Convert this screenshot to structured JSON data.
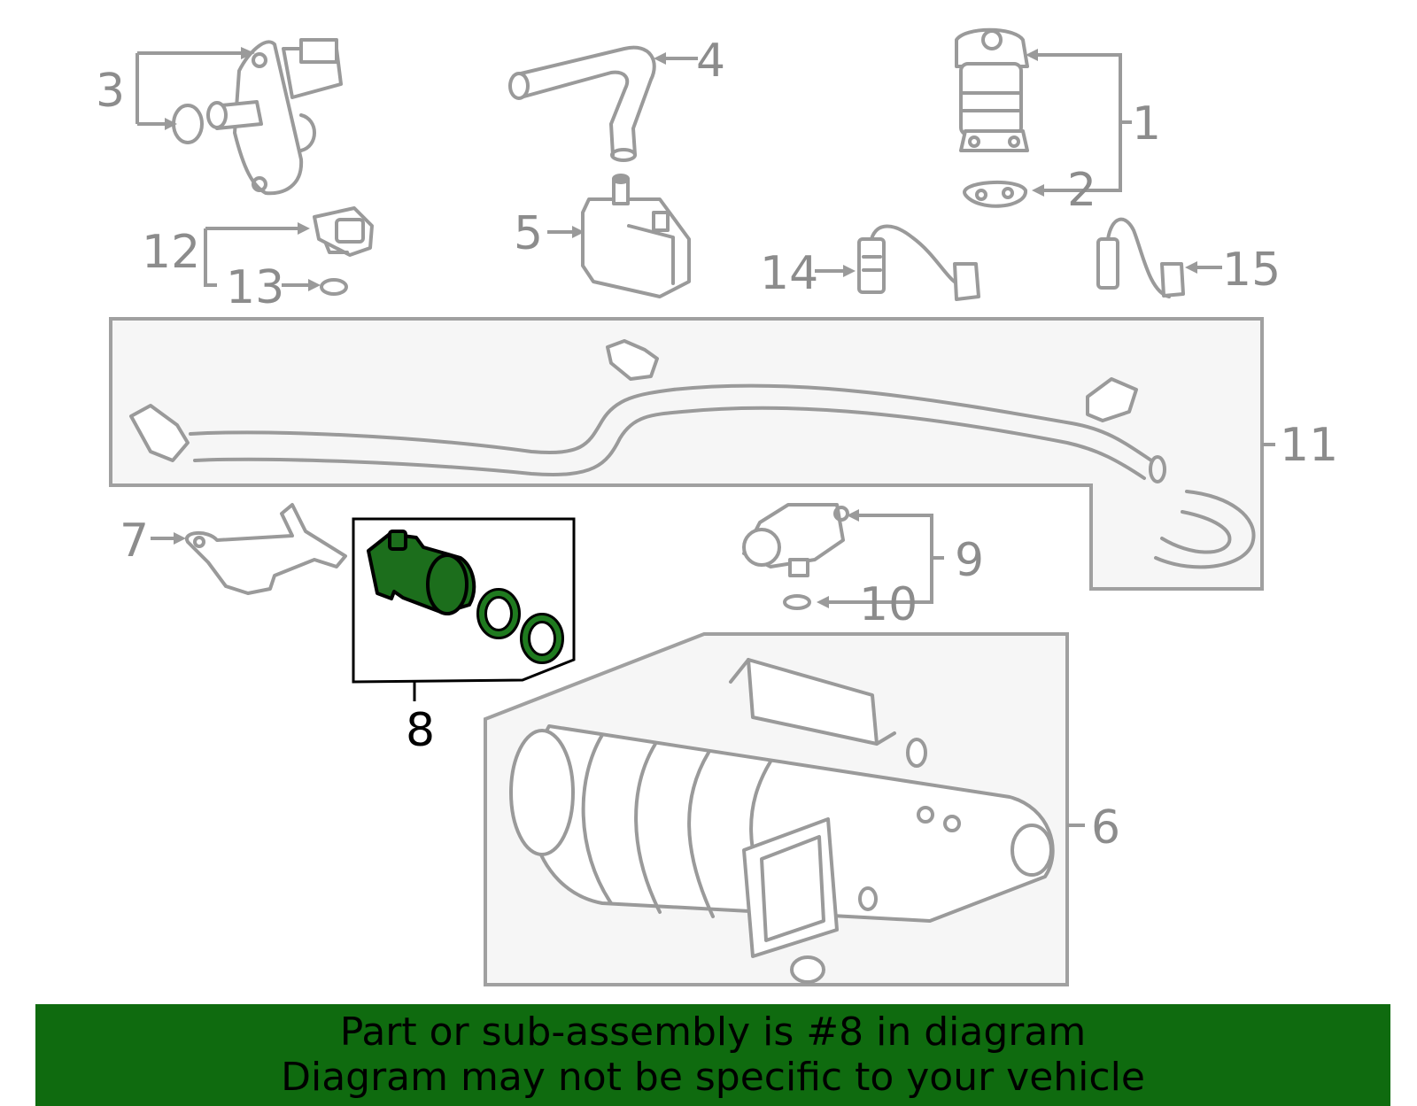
{
  "diagram": {
    "callouts": [
      "1",
      "2",
      "3",
      "4",
      "5",
      "6",
      "7",
      "8",
      "9",
      "10",
      "11",
      "12",
      "13",
      "14",
      "15"
    ],
    "highlighted_part": "8",
    "colors": {
      "highlight": "#1c6e1c",
      "banner": "#0f6b0f",
      "line": "#9a9a9a"
    }
  },
  "banner": {
    "line1": "Part or sub-assembly is #8 in diagram",
    "line2": "Diagram may not be specific to your vehicle"
  }
}
